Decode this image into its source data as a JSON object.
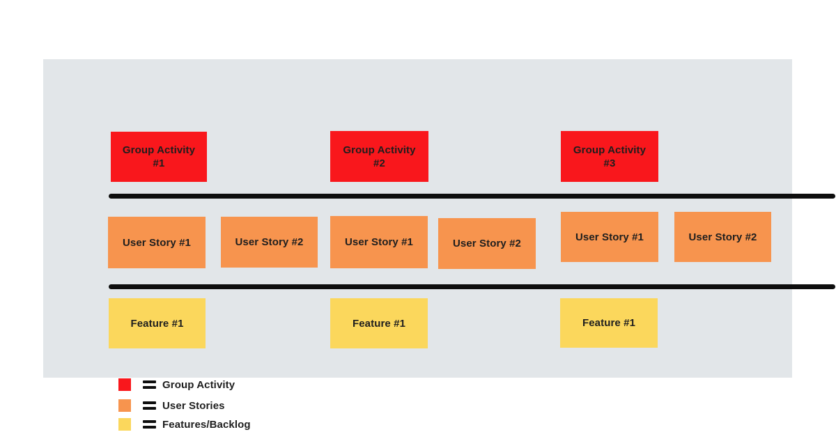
{
  "colors": {
    "canvas_bg": "#E2E6E9",
    "outer_bg": "#FFFFFF",
    "group_activity": "#F9171C",
    "user_story": "#F7944E",
    "feature": "#FBD75C",
    "timeline": "#0E0E0E",
    "text": "#1E1E1E"
  },
  "rows": {
    "activities": [
      {
        "line1": "Group Activity",
        "line2": "#1"
      },
      {
        "line1": "Group Activity",
        "line2": "#2"
      },
      {
        "line1": "Group Activity",
        "line2": "#3"
      }
    ],
    "user_stories": [
      "User Story #1",
      "User Story #2",
      "User Story #1",
      "User Story #2",
      "User Story #1",
      "User Story #2"
    ],
    "features": [
      "Feature #1",
      "Feature #1",
      "Feature #1"
    ]
  },
  "legend": {
    "items": [
      {
        "label": "Group Activity"
      },
      {
        "label": "User Stories"
      },
      {
        "label": "Features/Backlog"
      }
    ]
  }
}
